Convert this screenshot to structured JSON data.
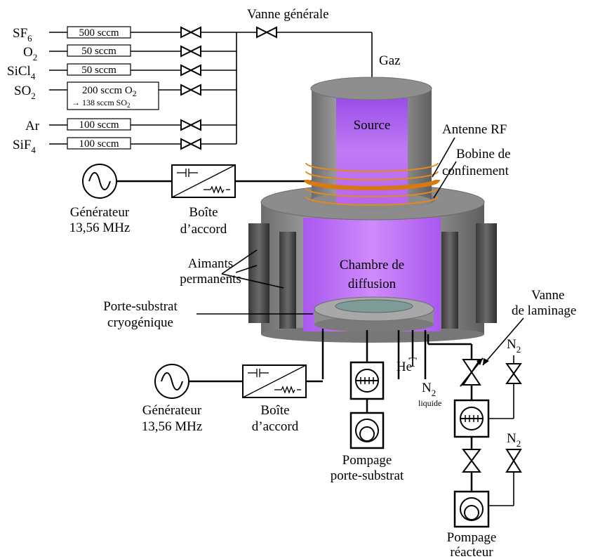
{
  "gas_lines": [
    {
      "gas": "SF",
      "sub": "6",
      "flow": "500 sccm"
    },
    {
      "gas": "O",
      "sub": "2",
      "flow": "50 sccm"
    },
    {
      "gas": "SiCl",
      "sub": "4",
      "flow": "50 sccm"
    },
    {
      "gas": "SO",
      "sub": "2",
      "flow_line1": "200 sccm O",
      "flow_line1_sub": "2",
      "flow_line2": "→ 138 sccm SO",
      "flow_line2_sub": "2"
    },
    {
      "gas": "Ar",
      "sub": "",
      "flow": "100 sccm"
    },
    {
      "gas": "SiF",
      "sub": "4",
      "flow": "100 sccm"
    }
  ],
  "labels": {
    "vanne_generale": "Vanne générale",
    "gaz": "Gaz",
    "source": "Source",
    "antenne": "Antenne RF",
    "bobine_1": "Bobine de",
    "bobine_2": "confinement",
    "gen1_l1": "Générateur",
    "gen1_l2": "13,56 MHz",
    "boite1_l1": "Boîte",
    "boite1_l2": "d’accord",
    "aimants_l1": "Aimants",
    "aimants_l2": "permanents",
    "chambre_l1": "Chambre de",
    "chambre_l2": "diffusion",
    "porte_l1": "Porte-substrat",
    "porte_l2": "cryogénique",
    "vanne_lam_l1": "Vanne",
    "vanne_lam_l2": "de laminage",
    "he": "He",
    "t": "T",
    "n2_liq": "N",
    "n2_liq_sub": "2",
    "liquide": "liquide",
    "n2_a": "N",
    "n2_a_sub": "2",
    "n2_b": "N",
    "n2_b_sub": "2",
    "gen2_l1": "Générateur",
    "gen2_l2": "13,56 MHz",
    "boite2_l1": "Boîte",
    "boite2_l2": "d’accord",
    "pomp_ps_l1": "Pompage",
    "pomp_ps_l2": "porte-substrat",
    "pomp_r_l1": "Pompage",
    "pomp_r_l2": "réacteur"
  },
  "colors": {
    "plasma": "#b45cf5",
    "plasma_light": "#d9a6ff",
    "chamber_gray": "#9a9a9a",
    "chamber_dark": "#6e6e6e",
    "magnet": "#4a4a4a",
    "coil": "#e08a1e",
    "substrate_top": "#7a9a95"
  }
}
